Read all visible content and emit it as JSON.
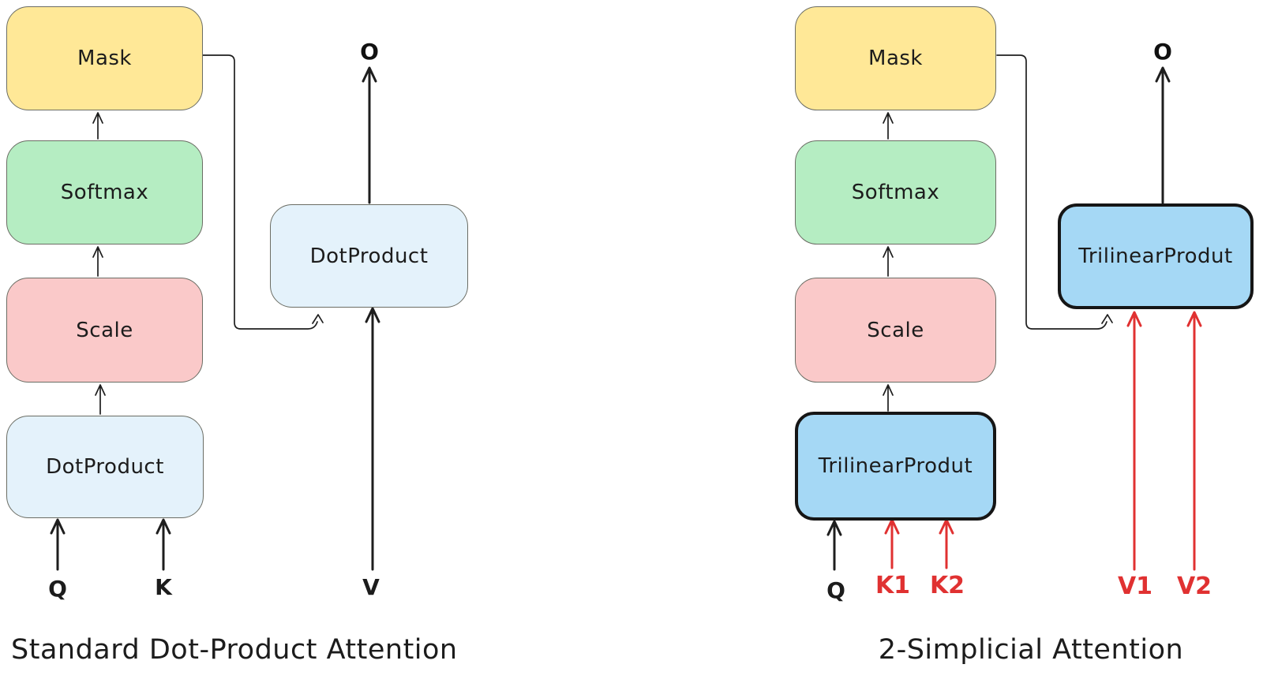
{
  "left": {
    "caption": "Standard Dot-Product Attention",
    "pipeline": {
      "mask": "Mask",
      "softmax": "Softmax",
      "scale": "Scale",
      "dot_product": "DotProduct"
    },
    "combine_box": "DotProduct",
    "inputs": {
      "q": "Q",
      "k": "K",
      "v": "V"
    },
    "output": "O"
  },
  "right": {
    "caption": "2-Simplicial Attention",
    "pipeline": {
      "mask": "Mask",
      "softmax": "Softmax",
      "scale": "Scale",
      "trilinear_product": "TrilinearProdut"
    },
    "combine_box": "TrilinearProdut",
    "inputs": {
      "q": "Q",
      "k1": "K1",
      "k2": "K2",
      "v1": "V1",
      "v2": "V2"
    },
    "output": "O"
  },
  "colors": {
    "box_yellow": "#ffe897",
    "box_green": "#b5edc2",
    "box_pink": "#fac9c9",
    "box_light_blue": "#e4f2fb",
    "box_blue": "#a5d8f5",
    "arrow_red": "#e03131",
    "ink": "#1e1e1e"
  }
}
